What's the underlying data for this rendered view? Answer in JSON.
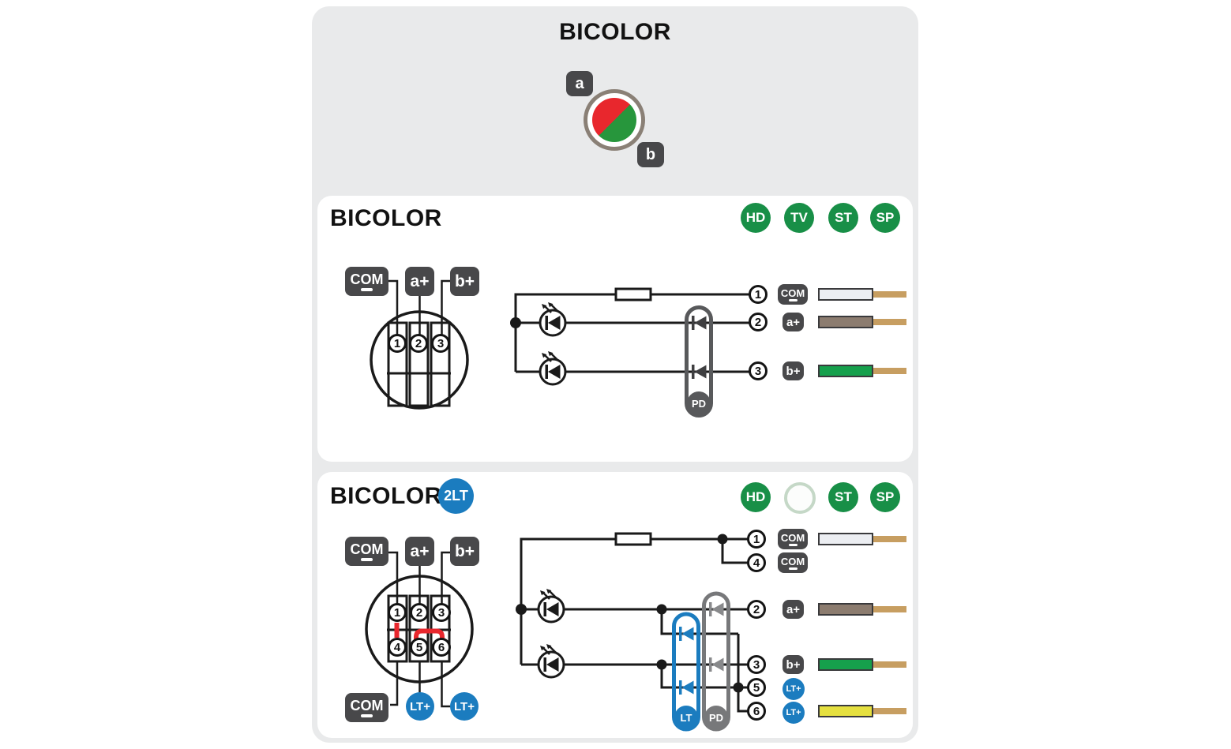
{
  "colors": {
    "container_bg": "#e9eaeb",
    "card_bg": "#ffffff",
    "dark_badge": "#48484a",
    "green_badge": "#188f47",
    "muted_badge_ring": "#c5d8c7",
    "blue": "#1b7cbf",
    "red": "#e8272d",
    "lens_red": "#e8272d",
    "lens_green": "#27963c",
    "lens_ring": "#8a8076",
    "line": "#1a1a1a",
    "pd_pill_dark": "#58595b",
    "pd_pill_gray": "#77787a",
    "pd_diode_gray": "#88898b",
    "wire_white": "#eceef2",
    "wire_brown": "#8c7c6f",
    "wire_green": "#16a04c",
    "wire_yellow": "#e5e040",
    "wire_tip": "#c79e61",
    "wire_border": "#3a3a3c"
  },
  "top": {
    "title": "BICOLOR",
    "label_a": "a",
    "label_b": "b"
  },
  "middle": {
    "title": "BICOLOR",
    "badges": [
      {
        "label": "HD"
      },
      {
        "label": "TV"
      },
      {
        "label": "ST"
      },
      {
        "label": "SP"
      }
    ],
    "connector": {
      "labels": {
        "com": "COM",
        "a": "a+",
        "b": "b+"
      },
      "pins": [
        "1",
        "2",
        "3"
      ]
    },
    "pd_label": "PD",
    "outputs": [
      {
        "pin": "1",
        "label": "COM",
        "wire": "white"
      },
      {
        "pin": "2",
        "label": "a+",
        "wire": "brown"
      },
      {
        "pin": "3",
        "label": "b+",
        "wire": "green"
      }
    ]
  },
  "bottom": {
    "title": "BICOLOR",
    "variant_badge": "2LT",
    "badges": [
      {
        "label": "HD"
      },
      {
        "label": ""
      },
      {
        "label": "ST"
      },
      {
        "label": "SP"
      }
    ],
    "connector": {
      "labels_top": {
        "com": "COM",
        "a": "a+",
        "b": "b+"
      },
      "labels_bottom": {
        "com": "COM",
        "lt1": "LT+",
        "lt2": "LT+"
      },
      "pins_top": [
        "1",
        "2",
        "3"
      ],
      "pins_bottom": [
        "4",
        "5",
        "6"
      ]
    },
    "lt_label": "LT",
    "pd_label": "PD",
    "outputs": [
      {
        "pin": "1",
        "label": "COM",
        "wire": "white"
      },
      {
        "pin": "4",
        "label": "COM",
        "wire": ""
      },
      {
        "pin": "2",
        "label": "a+",
        "wire": "brown"
      },
      {
        "pin": "3",
        "label": "b+",
        "wire": "green"
      },
      {
        "pin": "5",
        "label": "LT+",
        "wire": ""
      },
      {
        "pin": "6",
        "label": "LT+",
        "wire": "yellow"
      }
    ]
  }
}
